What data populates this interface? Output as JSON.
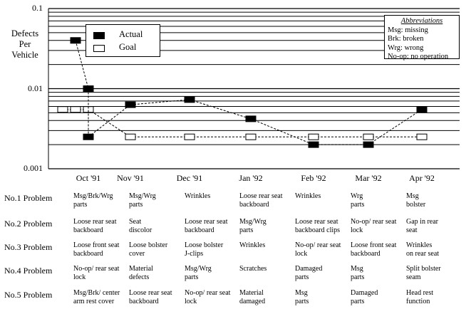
{
  "chart_data": {
    "type": "line",
    "ylabel": "Defects Per Vehicle",
    "yscale": "log",
    "ylim": [
      0.001,
      0.1
    ],
    "yticks": [
      "0.1",
      "0.01",
      "0.001"
    ],
    "months": [
      "Oct '91",
      "Nov '91",
      "Dec '91",
      "Jan '92",
      "Feb '92",
      "Mar '92",
      "Apr '92"
    ],
    "legend": [
      "Actual",
      "Goal"
    ],
    "series": [
      {
        "name": "Actual",
        "style": "filled",
        "points": [
          {
            "x": "Sep '91 (wk 3)",
            "y": 0.04
          },
          {
            "x": "Sep '91 (wk 4)",
            "y": 0.01
          },
          {
            "x": "Oct '91",
            "y": 0.0025
          },
          {
            "x": "Nov '91",
            "y": 0.0063
          },
          {
            "x": "Dec '91",
            "y": 0.0073
          },
          {
            "x": "Jan '92",
            "y": 0.0042
          },
          {
            "x": "Feb '92",
            "y": 0.002
          },
          {
            "x": "Mar '92",
            "y": 0.002
          },
          {
            "x": "Apr '92",
            "y": 0.0055
          }
        ]
      },
      {
        "name": "Goal",
        "style": "open",
        "points": [
          {
            "x": "Sep '91 (wk 2)",
            "y": 0.0055
          },
          {
            "x": "Sep '91 (wk 3)",
            "y": 0.0055
          },
          {
            "x": "Sep '91 (wk 4)",
            "y": 0.0055
          },
          {
            "x": "Nov '91",
            "y": 0.0025
          },
          {
            "x": "Dec '91",
            "y": 0.0025
          },
          {
            "x": "Jan '92",
            "y": 0.0025
          },
          {
            "x": "Feb '92",
            "y": 0.0025
          },
          {
            "x": "Mar '92",
            "y": 0.0025
          },
          {
            "x": "Apr '92",
            "y": 0.0025
          }
        ]
      }
    ],
    "grid": true,
    "legend_position": "top-left"
  },
  "legend": {
    "actual": "Actual",
    "goal": "Goal"
  },
  "abbreviations": {
    "title": "Abbreviations",
    "items": [
      "Msg: missing",
      "Brk: broken",
      "Wrg: wrong",
      "No-op: no operation"
    ]
  },
  "problems": {
    "labels": [
      "No.1 Problem",
      "No.2 Problem",
      "No.3 Problem",
      "No.4 Problem",
      "No.5 Problem"
    ],
    "rows": [
      [
        [
          "Msg/Brk/Wrg",
          "parts"
        ],
        [
          "Msg/Wrg",
          "parts"
        ],
        [
          "Wrinkles",
          ""
        ],
        [
          "Loose rear seat",
          "backboard"
        ],
        [
          "Wrinkles",
          ""
        ],
        [
          "Wrg",
          "parts"
        ],
        [
          "Msg",
          "bolster"
        ]
      ],
      [
        [
          "Loose rear seat",
          "backboard"
        ],
        [
          "Seat",
          "discolor"
        ],
        [
          "Loose rear seat",
          "backboard"
        ],
        [
          "Msg/Wrg",
          "parts"
        ],
        [
          "Loose rear seat",
          "backboard clips"
        ],
        [
          "No-op/ rear seat",
          "lock"
        ],
        [
          "Gap in rear",
          "seat"
        ]
      ],
      [
        [
          "Loose front seat",
          "backboard"
        ],
        [
          "Loose bolster",
          "cover"
        ],
        [
          "Loose bolster",
          "J-clips"
        ],
        [
          "Wrinkles",
          ""
        ],
        [
          "No-op/ rear seat",
          "lock"
        ],
        [
          "Loose front seat",
          "backboard"
        ],
        [
          "Wrinkles",
          "on rear seat"
        ]
      ],
      [
        [
          "No-op/ rear seat",
          "lock"
        ],
        [
          "Material",
          "defects"
        ],
        [
          "Msg/Wrg",
          "parts"
        ],
        [
          "Scratches",
          ""
        ],
        [
          "Damaged",
          "parts"
        ],
        [
          "Msg",
          "parts"
        ],
        [
          "Split bolster",
          "seam"
        ]
      ],
      [
        [
          "Msg/Brk/ center",
          "arm rest cover"
        ],
        [
          "Loose rear seat",
          "backboard"
        ],
        [
          "No-op/ rear seat",
          "lock"
        ],
        [
          "Material",
          "damaged"
        ],
        [
          "Msg",
          "parts"
        ],
        [
          "Damaged",
          "parts"
        ],
        [
          "Head rest",
          "function"
        ]
      ]
    ]
  }
}
